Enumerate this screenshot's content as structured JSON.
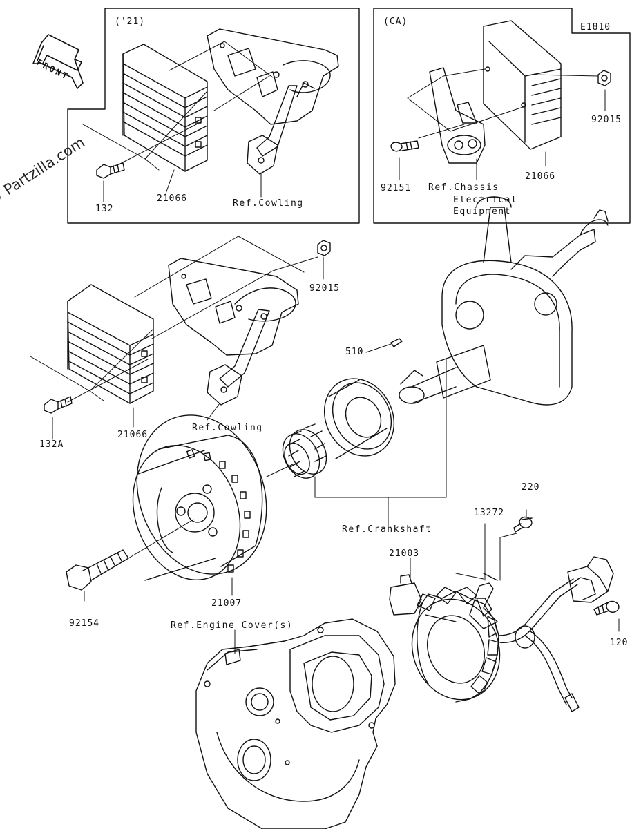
{
  "diagram_id": "E1810",
  "watermark": "© Partzilla.com",
  "front_label": "FRONT",
  "boxes": {
    "box_21": "('21)",
    "box_ca": "(CA)"
  },
  "parts": {
    "p21066_a": "21066",
    "p132": "132",
    "p92015_a": "92015",
    "p92151": "92151",
    "p21066_b": "21066",
    "p92015_b": "92015",
    "p510": "510",
    "p132a": "132A",
    "p21066_c": "21066",
    "p220": "220",
    "p13272": "13272",
    "p21003": "21003",
    "p21007": "21007",
    "p92154": "92154",
    "p120": "120"
  },
  "refs": {
    "cowling_a": "Ref.Cowling",
    "chassis_line1": "Ref.Chassis",
    "chassis_line2": "Electrical",
    "chassis_line3": "Equipment",
    "cowling_b": "Ref.Cowling",
    "crankshaft": "Ref.Crankshaft",
    "engine_cover": "Ref.Engine Cover(s)"
  }
}
